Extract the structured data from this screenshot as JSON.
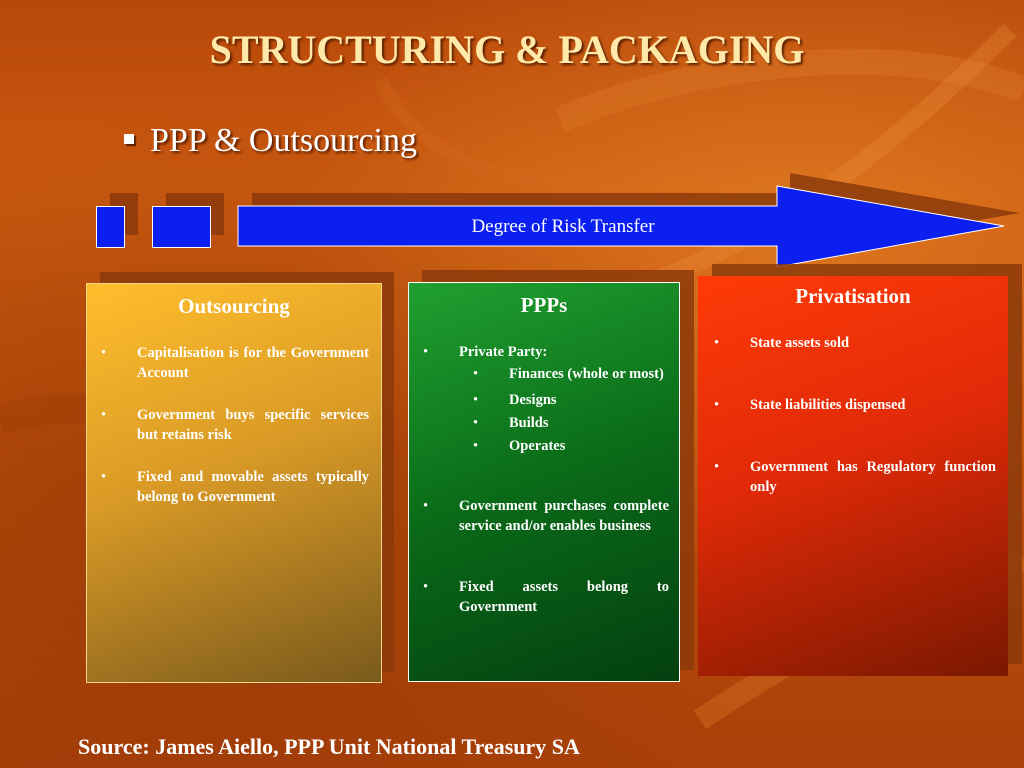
{
  "slide": {
    "title": "STRUCTURING & PACKAGING",
    "subtitle": "PPP & Outsourcing",
    "arrow_label": "Degree of Risk Transfer",
    "source": "Source: James Aiello, PPP Unit National Treasury SA"
  },
  "panels": {
    "outsourcing": {
      "heading": "Outsourcing",
      "items": [
        "Capitalisation is for the Government Account",
        "Government buys specific services but retains risk",
        "Fixed and movable assets typically belong to Government"
      ]
    },
    "ppps": {
      "heading": "PPPs",
      "item1": "Private Party:",
      "sub_items": [
        "Finances (whole or most)",
        "Designs",
        "Builds",
        "Operates"
      ],
      "item2": "Government purchases complete service and/or enables business",
      "item3": "Fixed assets belong to Government"
    },
    "privatisation": {
      "heading": "Privatisation",
      "items": [
        "State assets sold",
        "State liabilities dispensed",
        "Government has Regulatory function only"
      ]
    }
  },
  "bullet_glyph": "•",
  "colors": {
    "title": "#ffe9a8",
    "arrow_fill": "#0a1ff0",
    "outsourcing_panel": "#ffbe2c",
    "ppps_panel": "#0a6a18",
    "privatisation_panel": "#ff3a08"
  }
}
